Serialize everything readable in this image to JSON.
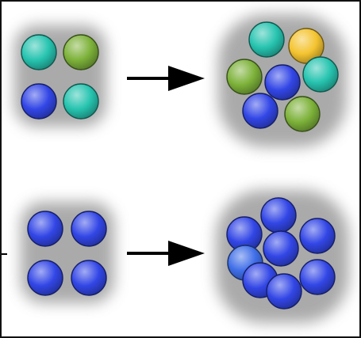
{
  "colors": {
    "cyan": "#27c4b0",
    "olive": "#7db23a",
    "yellow": "#f4c430",
    "blue": "#3246e6",
    "lightblue": "#3f6ee8",
    "arrow": "#000000",
    "halo": "#8e8e8e"
  },
  "rows": [
    {
      "name": "top",
      "before": {
        "particles": [
          "cyan",
          "olive",
          "blue",
          "cyan"
        ]
      },
      "after": {
        "particles": [
          "cyan",
          "yellow",
          "olive",
          "blue",
          "cyan",
          "blue",
          "olive"
        ]
      }
    },
    {
      "name": "bottom",
      "before": {
        "particles": [
          "blue",
          "blue",
          "blue",
          "blue"
        ]
      },
      "after": {
        "particles": [
          "blue",
          "blue",
          "blue",
          "blue",
          "lightblue",
          "blue",
          "blue",
          "blue"
        ]
      }
    }
  ]
}
